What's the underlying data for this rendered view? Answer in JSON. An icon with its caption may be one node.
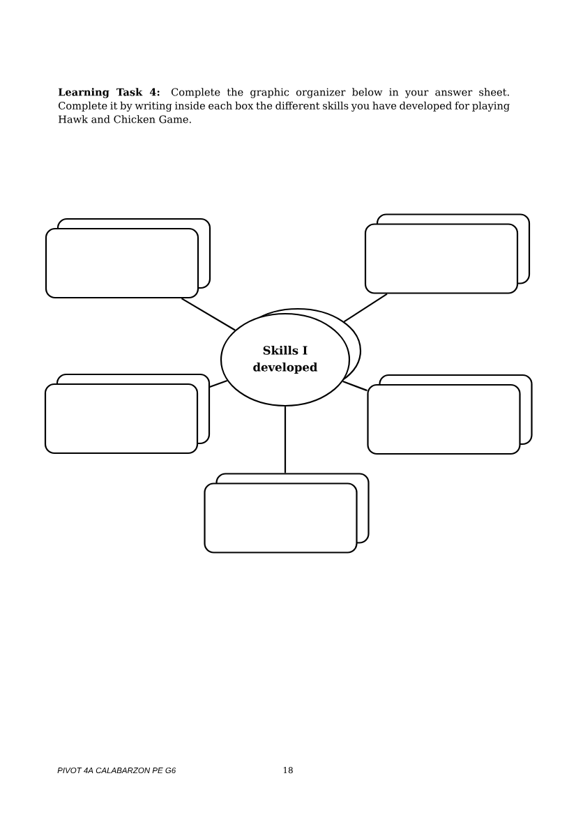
{
  "diagram": {
    "nodes": [
      {
        "text": [],
        "shape": "box"
      },
      {
        "text": [],
        "shape": "box"
      },
      {
        "text": [
          "Skills I developed"
        ]
      },
      {
        "text": [],
        "shape": "box"
      },
      {
        "text": [],
        "shape": "box"
      },
      {
        "text": [],
        "shape": "box"
      }
    ],
    "edges": [
      {
        "from": 2,
        "to": 0,
        "arrow": "none"
      },
      {
        "from": 2,
        "to": 1,
        "arrow": "none"
      },
      {
        "from": 2,
        "to": 3,
        "arrow": "none"
      },
      {
        "from": 2,
        "to": 4,
        "arrow": "none"
      },
      {
        "from": 2,
        "to": 5,
        "arrow": "none"
      }
    ],
    "labels": [
      "**Learning Task 4:** Complete the graphic organizer below in your answer sheet. Complete it by writing inside each box the different skills you have developed for playing Hawk and Chicken Game.",
      "PIVOT 4A CALABARZON PE G6",
      "18"
    ]
  }
}
